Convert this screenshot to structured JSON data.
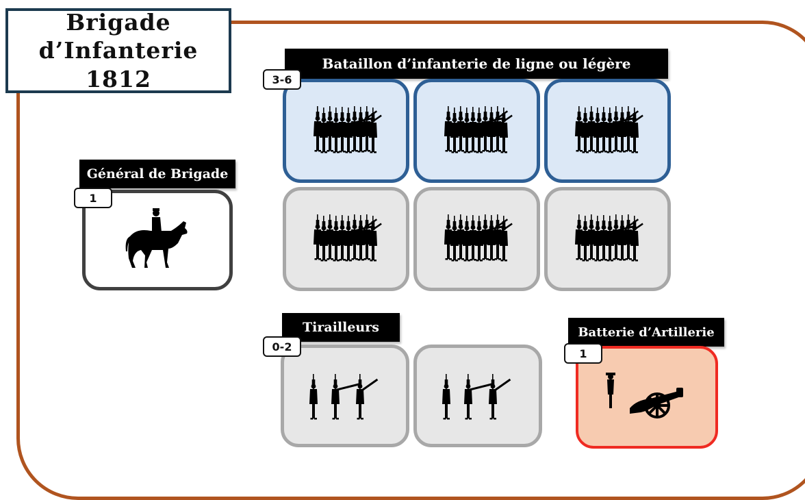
{
  "title": "Brigade\nd’Infanterie 1812",
  "general": {
    "label": "Général de Brigade",
    "count": "1",
    "icon": "mounted-officer-icon"
  },
  "battalion": {
    "label": "Bataillon d’infanterie de ligne ou légère",
    "count": "3-6",
    "icon": "line-infantry-icon",
    "required_units": 3,
    "optional_units": 3
  },
  "skirmishers": {
    "label": "Tirailleurs",
    "count": "0-2",
    "icon": "skirmishers-icon"
  },
  "artillery": {
    "label": "Batterie d’Artillerie",
    "count": "1",
    "icon": "cannon-icon"
  },
  "colors": {
    "frame": "#b0541f",
    "required_fill": "#dce8f6",
    "required_border": "#2e5f95",
    "optional_fill": "#e7e7e7",
    "optional_border": "#a8a8a8",
    "artillery_fill": "#f7cbb0",
    "artillery_border": "#ef2b22"
  }
}
